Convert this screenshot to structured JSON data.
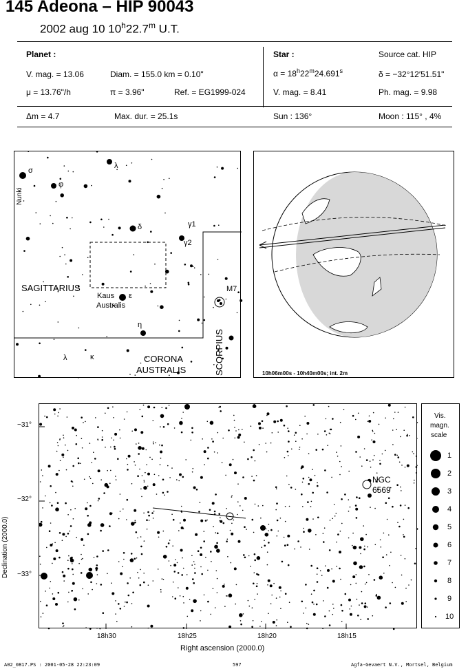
{
  "header": {
    "title": "145 Adeona  –  HIP 90043",
    "date": "2002 aug 10  10",
    "hours_sup": "h",
    "minutes": "22.7",
    "minutes_sup": "m",
    "ut": " U.T."
  },
  "planet": {
    "heading": "Planet :",
    "vmag": "V. mag. = 13.06",
    "diam": "Diam. = 155.0 km = 0.10\"",
    "mu": "μ =  13.76\"/h",
    "pi": "π =  3.96\"",
    "ref": "Ref. = EG1999-024"
  },
  "star": {
    "heading": "Star :",
    "source": "Source cat.  HIP",
    "alpha_a": "α = 18",
    "alpha_h": "h",
    "alpha_b": "22",
    "alpha_m": "m",
    "alpha_c": "24.691",
    "alpha_s": "s",
    "delta": "δ = −32°12′51.51\"",
    "vmag": "V. mag. =  8.41",
    "phmag": "Ph. mag. =  9.98"
  },
  "summary": {
    "dm": "Δm = 4.7",
    "maxdur": "Max. dur. = 25.1s",
    "sun": "Sun : 136°",
    "moon": "Moon : 115° ,  4%"
  },
  "finder": {
    "labels": {
      "nunki": "Nunki",
      "sigma": "σ",
      "phi": "φ",
      "lambda_top": "λ",
      "delta": "δ",
      "gamma1": "γ1",
      "gamma2": "γ2",
      "sagittarius": "SAGITTARIUS",
      "kaus": "Kaus",
      "australis": "Australis",
      "epsilon": "ε",
      "eta": "η",
      "m7": "M7",
      "scorpius": "SCORPIUS",
      "lambda_bot": "λ",
      "kappa": "κ",
      "corona": "CORONA",
      "australis2": "AUSTRALIS"
    }
  },
  "globe": {
    "caption": "10h06m00s - 10h40m00s; int.  2m"
  },
  "chart": {
    "ngc1": "NGC",
    "ngc2": "6569",
    "yticks": [
      "−31°",
      "−32°",
      "−33°"
    ],
    "xticks": [
      "18h30",
      "18h25",
      "18h20",
      "18h15"
    ],
    "ylabel": "Declination (2000.0)",
    "xlabel": "Right ascension (2000.0)"
  },
  "scale": {
    "title1": "Vis.",
    "title2": "magn.",
    "title3": "scale",
    "items": [
      "1",
      "2",
      "3",
      "4",
      "5",
      "6",
      "7",
      "8",
      "9",
      "10"
    ]
  },
  "footer": {
    "left": "A02_0817.PS : 2001-05-28 22:23:09",
    "center": "597",
    "right": "Agfa-Gevaert N.V., Mortsel, Belgium"
  }
}
